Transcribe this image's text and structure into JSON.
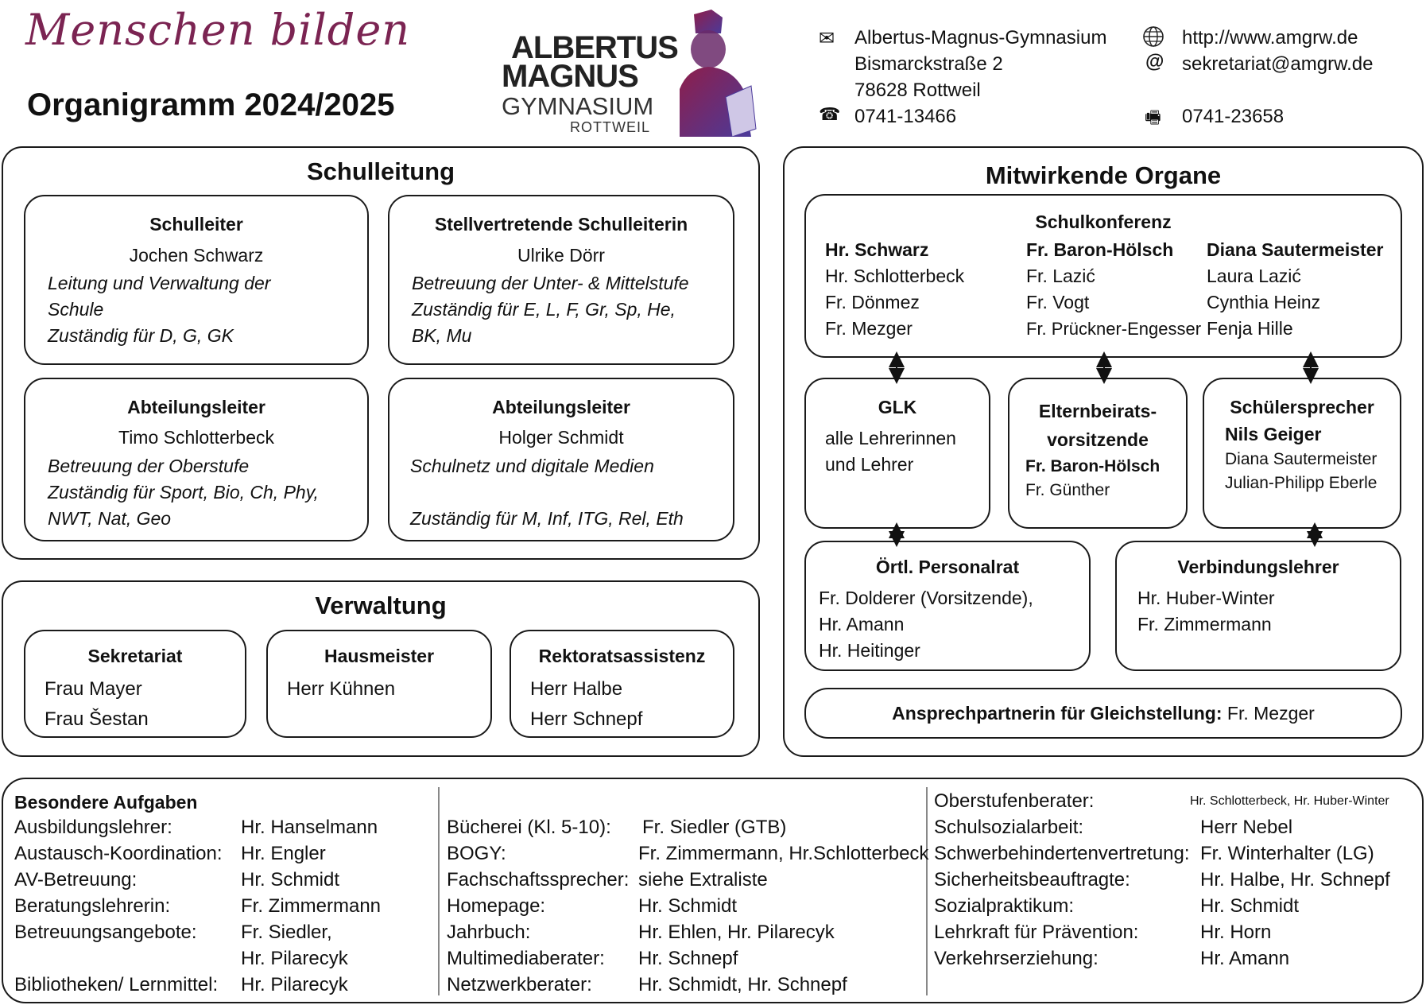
{
  "header": {
    "motto": "Menschen bilden",
    "title": "Organigramm 2024/2025",
    "logo": {
      "line1": "ALBERTUS",
      "line2": "MAGNUS",
      "line3": "GYMNASIUM",
      "line4": "ROTTWEIL"
    },
    "contact": {
      "address_line1": "Albertus-Magnus-Gymnasium",
      "address_line2": "Bismarckstraße 2",
      "address_line3": "78628 Rottweil",
      "phone": "0741-13466",
      "website": "http://www.amgrw.de",
      "email": "sekretariat@amgrw.de",
      "fax": "0741-23658",
      "icons": [
        "mail-icon",
        "phone-icon",
        "globe-icon",
        "at-icon",
        "fax-icon"
      ]
    }
  },
  "schulleitung": {
    "title": "Schulleitung",
    "schulleiter": {
      "title": "Schulleiter",
      "name": "Jochen Schwarz",
      "line1": "Leitung und Verwaltung der",
      "line2": "Schule",
      "line3": "Zuständig für D, G, GK"
    },
    "stellvertretung": {
      "title": "Stellvertretende Schulleiterin",
      "name": "Ulrike Dörr",
      "line1": "Betreuung der Unter- & Mittelstufe",
      "line2": "Zuständig für E, L, F, Gr, Sp, He,",
      "line3": "BK, Mu"
    },
    "abteilung1": {
      "title": "Abteilungsleiter",
      "name": "Timo Schlotterbeck",
      "line1": "Betreuung der Oberstufe",
      "line2": "Zuständig für Sport, Bio, Ch, Phy,",
      "line3": "NWT, Nat, Geo"
    },
    "abteilung2": {
      "title": "Abteilungsleiter",
      "name": "Holger Schmidt",
      "line1": "Schulnetz und digitale Medien",
      "line2": "Zuständig für M, Inf, ITG, Rel, Eth"
    }
  },
  "verwaltung": {
    "title": "Verwaltung",
    "sekretariat": {
      "title": "Sekretariat",
      "names": [
        "Frau Mayer",
        "Frau Šestan"
      ]
    },
    "hausmeister": {
      "title": "Hausmeister",
      "names": [
        "Herr Kühnen"
      ]
    },
    "rektorat": {
      "title": "Rektoratsassistenz",
      "names": [
        "Herr Halbe",
        "Herr Schnepf"
      ]
    }
  },
  "mitwirkende": {
    "title": "Mitwirkende Organe",
    "schulkonferenz": {
      "title": "Schulkonferenz",
      "col1": {
        "head": "Hr. Schwarz",
        "names": [
          "Hr. Schlotterbeck",
          "Fr. Dönmez",
          "Fr. Mezger"
        ]
      },
      "col2": {
        "head": "Fr. Baron-Hölsch",
        "names": [
          "Fr. Lazić",
          "Fr. Vogt",
          "Fr. Prückner-Engesser"
        ]
      },
      "col3": {
        "head": "Diana Sautermeister",
        "names": [
          "Laura Lazić",
          "Cynthia Heinz",
          "Fenja Hille"
        ]
      }
    },
    "glk": {
      "title": "GLK",
      "line1": "alle Lehrerinnen",
      "line2": "und Lehrer"
    },
    "elternbeirat": {
      "title1": "Elternbeirats-",
      "title2": "vorsitzende",
      "head": "Fr. Baron-Hölsch",
      "name": "Fr. Günther"
    },
    "schuelersprecher": {
      "title": "Schülersprecher",
      "head": "Nils Geiger",
      "names": [
        "Diana Sautermeister",
        "Julian-Philipp Eberle"
      ]
    },
    "personalrat": {
      "title": "Örtl. Personalrat",
      "names": [
        "Fr. Dolderer (Vorsitzende),",
        "Hr. Amann",
        "Hr. Heitinger"
      ]
    },
    "verbindungslehrer": {
      "title": "Verbindungslehrer",
      "names": [
        "Hr. Huber-Winter",
        "Fr. Zimmermann"
      ]
    },
    "gleichstellung": {
      "label": "Ansprechpartnerin für Gleichstellung:",
      "name": "Fr. Mezger"
    }
  },
  "besondere": {
    "title": "Besondere Aufgaben",
    "col1": [
      {
        "label": "Ausbildungslehrer:",
        "value": "Hr. Hanselmann"
      },
      {
        "label": "Austausch-Koordination:",
        "value": "Hr. Engler"
      },
      {
        "label": "AV-Betreuung:",
        "value": "Hr. Schmidt"
      },
      {
        "label": "Beratungslehrerin:",
        "value": "Fr. Zimmermann"
      },
      {
        "label": "Betreuungsangebote:",
        "value": "Fr. Siedler,"
      },
      {
        "label": "",
        "value": "Hr. Pilarecyk"
      },
      {
        "label": "Bibliotheken/ Lernmittel:",
        "value": "Hr. Pilarecyk"
      }
    ],
    "col2": [
      {
        "label": "Bücherei (Kl.  5-10):",
        "value": "Fr. Siedler (GTB)"
      },
      {
        "label": "BOGY:",
        "value": "Fr. Zimmermann, Hr.Schlotterbeck"
      },
      {
        "label": "Fachschaftssprecher:",
        "value": "siehe Extraliste"
      },
      {
        "label": "Homepage:",
        "value": "Hr. Schmidt"
      },
      {
        "label": "Jahrbuch:",
        "value": "Hr. Ehlen, Hr. Pilarecyk"
      },
      {
        "label": "Multimediaberater:",
        "value": "Hr. Schnepf"
      },
      {
        "label": "Netzwerkberater:",
        "value": "Hr. Schmidt, Hr. Schnepf"
      }
    ],
    "col3": [
      {
        "label": "Oberstufenberater:",
        "value": "Hr. Schlotterbeck, Hr. Huber-Winter"
      },
      {
        "label": "Schulsozialarbeit:",
        "value": "Herr Nebel"
      },
      {
        "label": "Schwerbehindertenvertretung:",
        "value": "Fr. Winterhalter (LG)"
      },
      {
        "label": "Sicherheitsbeauftragte:",
        "value": "Hr. Halbe, Hr. Schnepf"
      },
      {
        "label": "Sozialpraktikum:",
        "value": "Hr. Schmidt"
      },
      {
        "label": "Lehrkraft für Prävention:",
        "value": "Hr. Horn"
      },
      {
        "label": "Verkehrserziehung:",
        "value": "Hr. Amann"
      }
    ]
  }
}
